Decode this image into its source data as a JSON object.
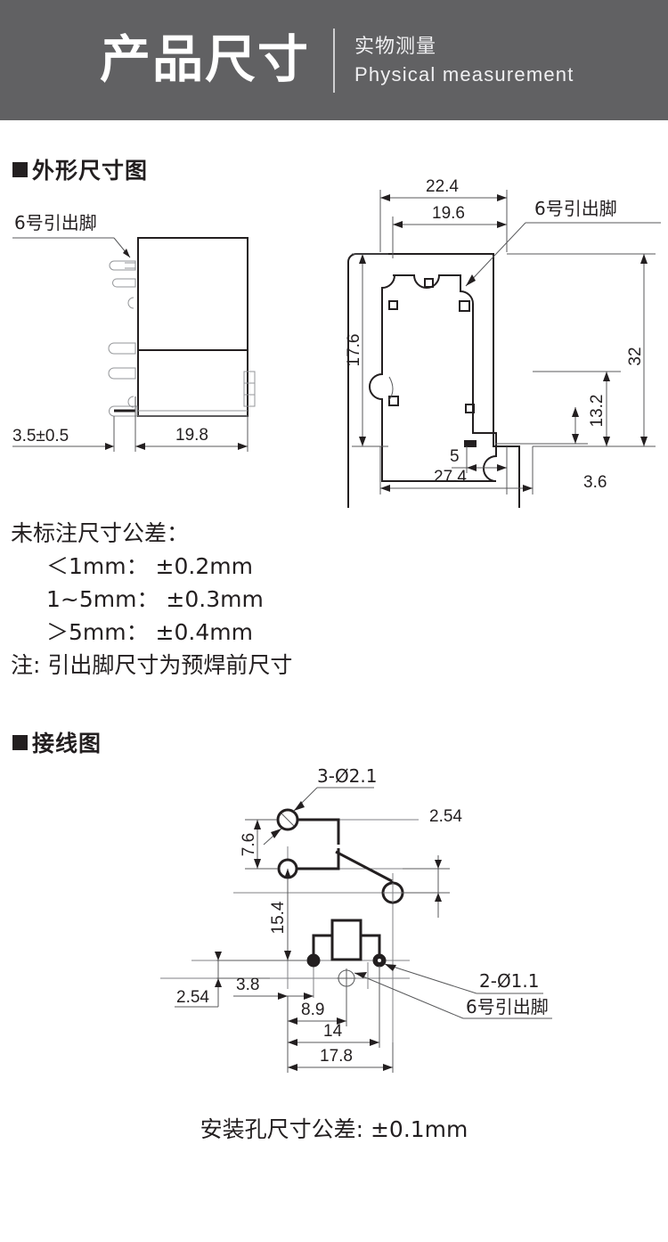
{
  "banner": {
    "title": "产品尺寸",
    "sub_cn": "实物测量",
    "sub_en": "Physical measurement"
  },
  "sections": {
    "outline_heading": "外形尺寸图",
    "wiring_heading": "接线图"
  },
  "tolerance": {
    "heading": "未标注尺寸公差：",
    "rows": [
      "＜1mm：  ±0.2mm",
      "1~5mm：  ±0.3mm",
      "＞5mm：  ±0.4mm"
    ],
    "note": "注: 引出脚尺寸为预焊前尺寸"
  },
  "bottom_note": "安装孔尺寸公差: ±0.1mm",
  "outline_drawing": {
    "side_view": {
      "callout": "6号引出脚",
      "dims": {
        "thickness": "3.5±0.5",
        "width": "19.8"
      }
    },
    "bottom_view": {
      "callout": "6号引出脚",
      "dims": {
        "top_overall": "22.4",
        "top_inner": "19.6",
        "left_height": "17.6",
        "right_overall": "32",
        "right_step": "13.2",
        "bottom_small": "5",
        "bottom_overall": "27.4",
        "bottom_right": "3.6"
      }
    }
  },
  "wiring_drawing": {
    "callouts": {
      "hole_large": "3-Ø2.1",
      "hole_small": "2-Ø1.1",
      "pin6": "6号引出脚"
    },
    "dims": {
      "v_top": "7.6",
      "v_mid": "15.4",
      "v_left_bottom": "2.54",
      "v_right": "2.54",
      "h_38": "3.8",
      "h_89": "8.9",
      "h_14": "14",
      "h_178": "17.8"
    }
  },
  "colors": {
    "banner_bg": "#616163",
    "ink": "#231f20",
    "dim_line": "#58595b"
  }
}
